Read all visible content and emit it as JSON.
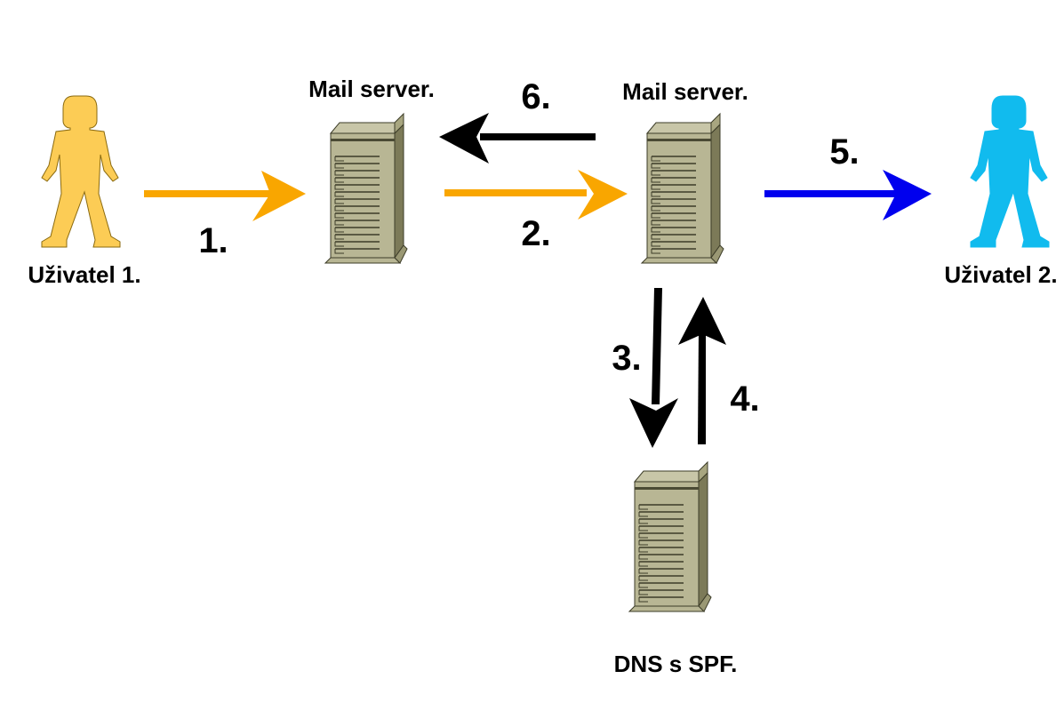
{
  "nodes": {
    "user1": {
      "label": "Uživatel 1.",
      "icon": "person-icon",
      "color": "#fccc55"
    },
    "mail_server_1": {
      "label": "Mail server.",
      "icon": "server-tower-icon"
    },
    "mail_server_2": {
      "label": "Mail server.",
      "icon": "server-tower-icon"
    },
    "user2": {
      "label": "Uživatel 2.",
      "icon": "person-icon",
      "color": "#11bbee"
    },
    "dns": {
      "label": "DNS s SPF.",
      "icon": "server-tower-icon"
    }
  },
  "edges": [
    {
      "id": "1",
      "label": "1.",
      "from": "user1",
      "to": "mail_server_1",
      "color": "#f9a600"
    },
    {
      "id": "2",
      "label": "2.",
      "from": "mail_server_1",
      "to": "mail_server_2",
      "color": "#f9a600"
    },
    {
      "id": "3",
      "label": "3.",
      "from": "mail_server_2",
      "to": "dns",
      "color": "#000000"
    },
    {
      "id": "4",
      "label": "4.",
      "from": "dns",
      "to": "mail_server_2",
      "color": "#000000"
    },
    {
      "id": "5",
      "label": "5.",
      "from": "mail_server_2",
      "to": "user2",
      "color": "#0000ee"
    },
    {
      "id": "6",
      "label": "6.",
      "from": "mail_server_2",
      "to": "mail_server_1",
      "color": "#000000"
    }
  ]
}
